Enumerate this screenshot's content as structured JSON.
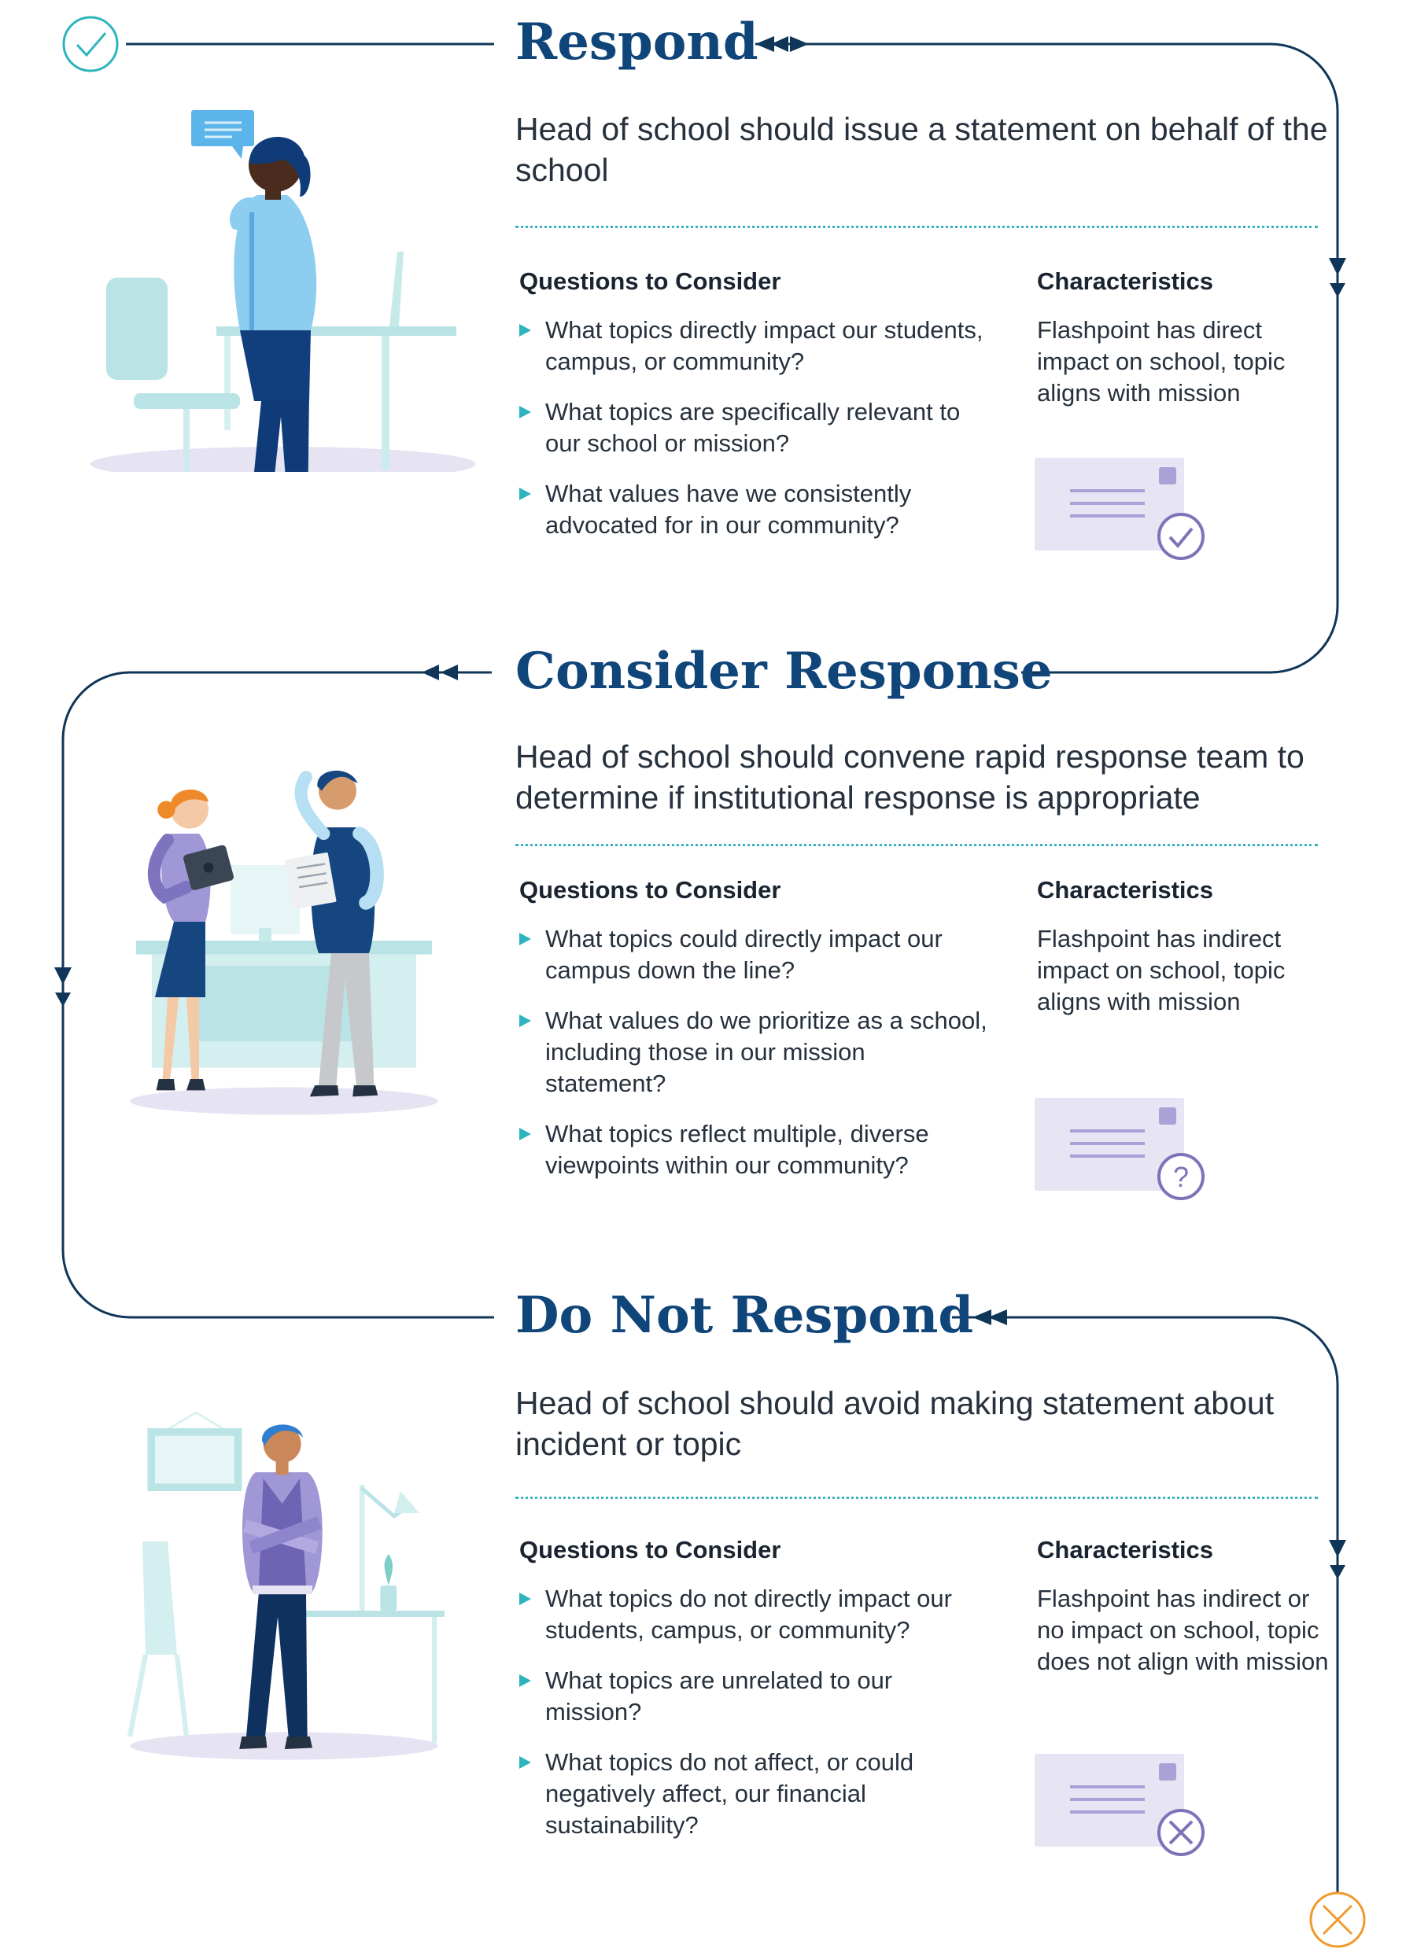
{
  "colors": {
    "title": "#10457a",
    "flow_line": "#0f3658",
    "bullet": "#2eb4bd",
    "divider": "#3bb3bb",
    "respond_icon": "#2eb4bd",
    "not_respond_icon": "#ef9a2d",
    "card_bg": "#e7e4f4",
    "card_accent": "#7c74b8"
  },
  "sections": [
    {
      "title": "Respond",
      "description": "Head of school should issue a statement on behalf of the school",
      "questions_heading": "Questions to Consider",
      "questions": [
        "What topics directly impact our students, campus, or community?",
        "What topics are specifically relevant to our school or mission?",
        "What values have we consistently advocated for in our community?"
      ],
      "characteristics_heading": "Characteristics",
      "characteristics": "Flashpoint has direct impact on school, topic aligns with mission",
      "card_icon": "check-icon"
    },
    {
      "title": "Consider Response",
      "description": "Head of school should convene rapid response team to determine if institutional response is appropriate",
      "questions_heading": "Questions to Consider",
      "questions": [
        "What topics could directly impact our campus down the line?",
        "What values do we prioritize as a school, including those in our mission statement?",
        "What topics reflect multiple, diverse viewpoints within our community?"
      ],
      "characteristics_heading": "Characteristics",
      "characteristics": "Flashpoint has indirect impact on school, topic aligns with mission",
      "card_icon": "question-mark-icon",
      "card_glyph": "?"
    },
    {
      "title": "Do Not Respond",
      "description": "Head of school should avoid making statement about incident or topic",
      "questions_heading": "Questions to Consider",
      "questions": [
        "What topics do not directly impact our students, campus, or community?",
        "What topics are unrelated to our mission?",
        "What topics do not affect, or could negatively affect, our financial sustainability?"
      ],
      "characteristics_heading": "Characteristics",
      "characteristics": "Flashpoint has indirect or no impact on school, topic does not align with mission",
      "card_icon": "x-icon"
    }
  ]
}
